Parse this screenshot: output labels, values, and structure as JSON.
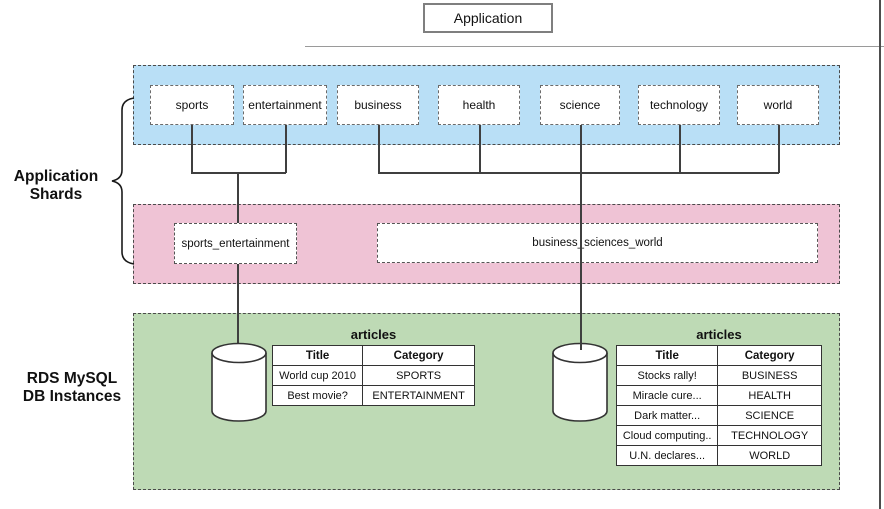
{
  "application_box": {
    "label": "Application"
  },
  "side_labels": {
    "shards_line1": "Application",
    "shards_line2": "Shards",
    "rds_line1": "RDS MySQL",
    "rds_line2": "DB Instances"
  },
  "shards": {
    "items": [
      {
        "label": "sports"
      },
      {
        "label": "entertainment"
      },
      {
        "label": "business"
      },
      {
        "label": "health"
      },
      {
        "label": "science"
      },
      {
        "label": "technology"
      },
      {
        "label": "world"
      }
    ]
  },
  "db_shards": {
    "left": {
      "label": "sports_entertainment"
    },
    "right": {
      "label": "business_sciences_world"
    }
  },
  "tables": {
    "left": {
      "title": "articles",
      "headers": [
        "Title",
        "Category"
      ],
      "rows": [
        [
          "World cup 2010",
          "SPORTS"
        ],
        [
          "Best movie?",
          "ENTERTAINMENT"
        ]
      ]
    },
    "right": {
      "title": "articles",
      "headers": [
        "Title",
        "Category"
      ],
      "rows": [
        [
          "Stocks rally!",
          "BUSINESS"
        ],
        [
          "Miracle cure...",
          "HEALTH"
        ],
        [
          "Dark matter...",
          "SCIENCE"
        ],
        [
          "Cloud computing..",
          "TECHNOLOGY"
        ],
        [
          "U.N. declares...",
          "WORLD"
        ]
      ]
    }
  },
  "colors": {
    "shard_band": "#b9dff6",
    "db_shard_band": "#efc3d5",
    "rds_band": "#bedab5",
    "line": "#3f3f3f"
  },
  "icons": {
    "database_left": "database-cylinder-icon",
    "database_right": "database-cylinder-icon"
  }
}
